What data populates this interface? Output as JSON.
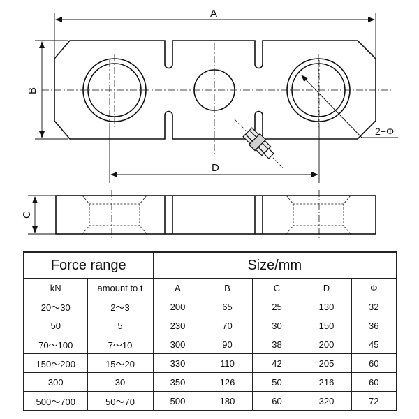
{
  "drawing": {
    "dim_labels": {
      "a": "A",
      "b": "B",
      "c": "C",
      "d": "D"
    },
    "hole_callout": "2−Φ"
  },
  "table": {
    "group_headers": {
      "force_range": "Force range",
      "size": "Size/mm"
    },
    "columns": [
      "kN",
      "amount to  t",
      "A",
      "B",
      "C",
      "D",
      "Φ"
    ],
    "rows": [
      [
        "20～30",
        "2～3",
        "200",
        "65",
        "25",
        "130",
        "32"
      ],
      [
        "50",
        "5",
        "230",
        "70",
        "30",
        "150",
        "36"
      ],
      [
        "70～100",
        "7～10",
        "300",
        "90",
        "38",
        "200",
        "45"
      ],
      [
        "150～200",
        "15～20",
        "330",
        "110",
        "42",
        "205",
        "60"
      ],
      [
        "300",
        "30",
        "350",
        "126",
        "50",
        "216",
        "60"
      ],
      [
        "500～700",
        "50～70",
        "500",
        "180",
        "60",
        "320",
        "72"
      ]
    ]
  }
}
